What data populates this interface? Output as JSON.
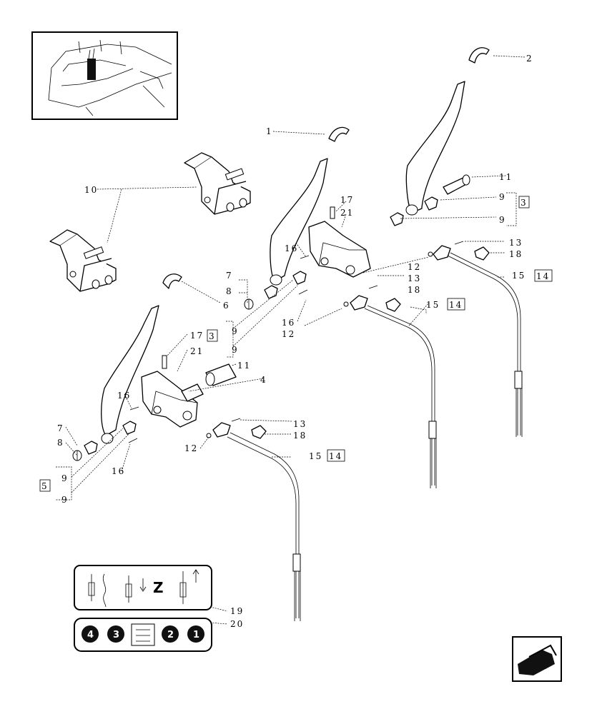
{
  "labels": {
    "l1": "1",
    "l2": "2",
    "l3a": "3",
    "l3b": "3",
    "l4": "4",
    "l5": "5",
    "l6": "6",
    "l7a": "7",
    "l7b": "7",
    "l8a": "8",
    "l8b": "8",
    "l9a": "9",
    "l9b": "9",
    "l9c": "9",
    "l9d": "9",
    "l9e": "9",
    "l9f": "9",
    "l10": "10",
    "l11a": "11",
    "l11b": "11",
    "l12a": "12",
    "l12b": "12",
    "l12c": "12",
    "l13a": "13",
    "l13b": "13",
    "l13c": "13",
    "l14a": "14",
    "l14b": "14",
    "l14c": "14",
    "l15a": "15",
    "l15b": "15",
    "l15c": "15",
    "l16a": "16",
    "l16b": "16",
    "l16c": "16",
    "l16d": "16",
    "l17a": "17",
    "l17b": "17",
    "l18a": "18",
    "l18b": "18",
    "l18c": "18",
    "l19": "19",
    "l20": "20",
    "l21a": "21",
    "l21b": "21"
  },
  "decal_19": {
    "letter": "Z"
  },
  "decal_20": {
    "c1": "4",
    "c2": "3",
    "c3": "2",
    "c4": "1"
  }
}
